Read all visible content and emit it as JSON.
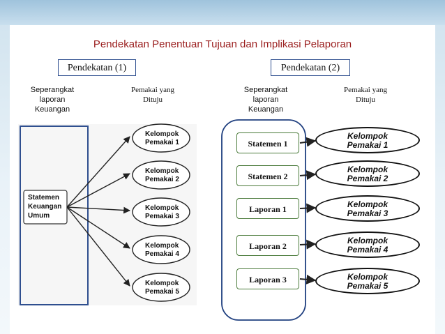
{
  "title": "Pendekatan Penentuan Tujuan dan Implikasi Pelaporan",
  "approach1": {
    "label": "Pendekatan (1)"
  },
  "approach2": {
    "label": "Pendekatan (2)"
  },
  "left": {
    "col_report": [
      "Seperangkat",
      "laporan",
      "Keuangan"
    ],
    "col_users": [
      "Pemakai yang",
      "Dituju"
    ],
    "statement": [
      "Statemen",
      "Keuangan",
      "Umum"
    ],
    "groups": [
      [
        "Kelompok",
        "Pemakai 1"
      ],
      [
        "Kelompok",
        "Pemakai 2"
      ],
      [
        "Kelompok",
        "Pemakai 3"
      ],
      [
        "Kelompok",
        "Pemakai 4"
      ],
      [
        "Kelompok",
        "Pemakai 5"
      ]
    ]
  },
  "right": {
    "col_report": [
      "Seperangkat",
      "laporan",
      "Keuangan"
    ],
    "col_users": [
      "Pemakai yang",
      "Dituju"
    ],
    "reports": [
      "Statemen 1",
      "Statemen 2",
      "Laporan 1",
      "Laporan 2",
      "Laporan 3"
    ],
    "groups": [
      [
        "Kelompok",
        "Pemakai 1"
      ],
      [
        "Kelompok",
        "Pemakai 2"
      ],
      [
        "Kelompok",
        "Pemakai 3"
      ],
      [
        "Kelompok",
        "Pemakai 4"
      ],
      [
        "Kelompok",
        "Pemakai 5"
      ]
    ]
  },
  "colors": {
    "title": "#9a1d1d",
    "frame": "#2f4f8f",
    "report_border": "#4a7a3a",
    "container": "#1f3f7f"
  }
}
